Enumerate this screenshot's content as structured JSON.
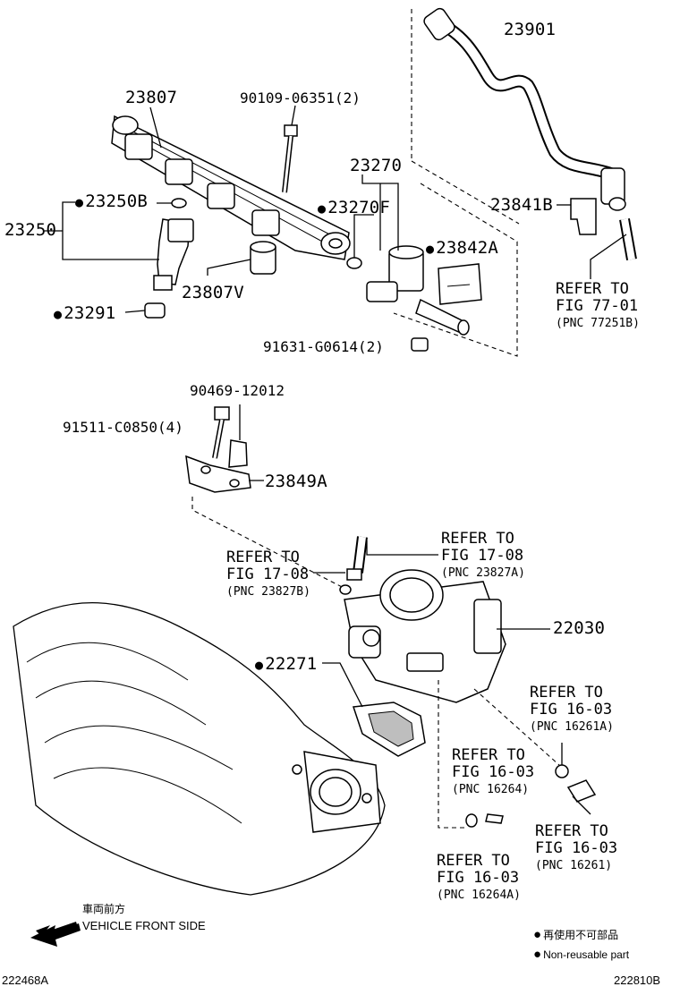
{
  "parts": {
    "p23901": "23901",
    "p23807": "23807",
    "p90109": "90109-06351(2)",
    "p23270": "23270",
    "p23250B": "23250B",
    "p23270F": "23270F",
    "p23250": "23250",
    "p23842A": "23842A",
    "p23841B": "23841B",
    "p23807V": "23807V",
    "p23291": "23291",
    "p91631": "91631-G0614(2)",
    "p90469": "90469-12012",
    "p91511": "91511-C0850(4)",
    "p23849A": "23849A",
    "p22030": "22030",
    "p22271": "22271"
  },
  "references": [
    {
      "l1": "REFER TO",
      "l2": "FIG 77-01",
      "pnc": "(PNC 77251B)"
    },
    {
      "l1": "REFER TO",
      "l2": "FIG 17-08",
      "pnc": "(PNC 23827A)"
    },
    {
      "l1": "REFER TO",
      "l2": "FIG 17-08",
      "pnc": "(PNC 23827B)"
    },
    {
      "l1": "REFER TO",
      "l2": "FIG 16-03",
      "pnc": "(PNC 16261A)"
    },
    {
      "l1": "REFER TO",
      "l2": "FIG 16-03",
      "pnc": "(PNC 16264)"
    },
    {
      "l1": "REFER TO",
      "l2": "FIG 16-03",
      "pnc": "(PNC 16261)"
    },
    {
      "l1": "REFER TO",
      "l2": "FIG 16-03",
      "pnc": "(PNC 16264A)"
    }
  ],
  "direction": {
    "jp": "車両前方",
    "en": "VEHICLE FRONT SIDE"
  },
  "legend": {
    "jp": "再使用不可部品",
    "en": "Non-reusable part"
  },
  "footer": {
    "left": "222468A",
    "right": "222810B"
  }
}
